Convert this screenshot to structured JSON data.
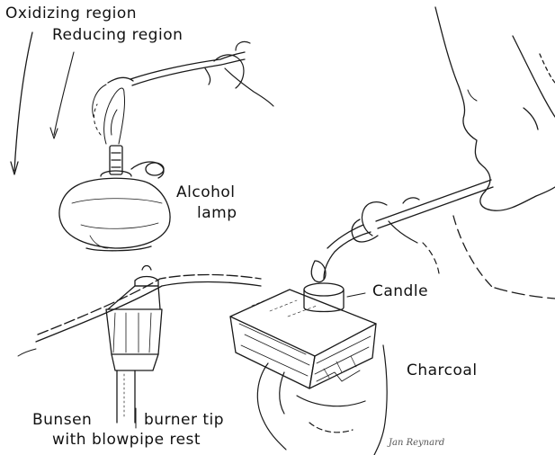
{
  "labels": {
    "oxidizing_region": "Oxidizing region",
    "reducing_region": "Reducing region",
    "alcohol_line1": "Alcohol",
    "alcohol_line2": "lamp",
    "candle": "Candle",
    "charcoal": "Charcoal",
    "bunsen_part1": "Bunsen",
    "bunsen_part2": "burner tip",
    "bunsen_line2": "with blowpipe rest"
  },
  "signature": "Jan Reynard",
  "colors": {
    "ink": "#111111",
    "paper": "#ffffff"
  }
}
